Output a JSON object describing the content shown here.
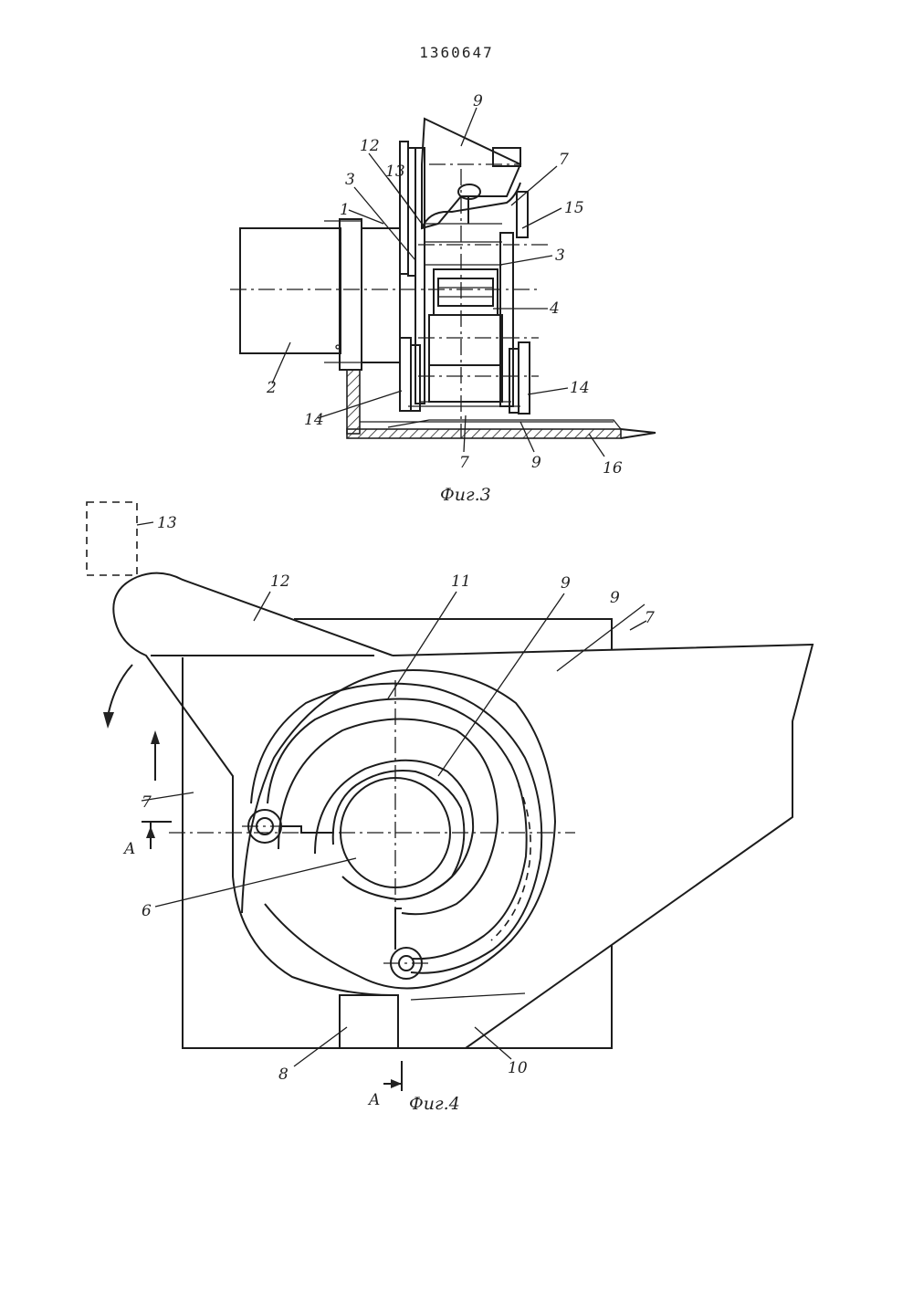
{
  "page_number": "1360647",
  "figures": [
    {
      "caption": "Фиг.3",
      "labels": [
        "9",
        "12",
        "13",
        "3",
        "1",
        "7",
        "15",
        "3",
        "4",
        "2",
        "14",
        "14",
        "7",
        "9",
        "16"
      ]
    },
    {
      "caption": "Фиг.4",
      "labels": [
        "13",
        "12",
        "11",
        "9",
        "9",
        "7",
        "7",
        "6",
        "8",
        "10"
      ],
      "section_mark": "A"
    }
  ]
}
